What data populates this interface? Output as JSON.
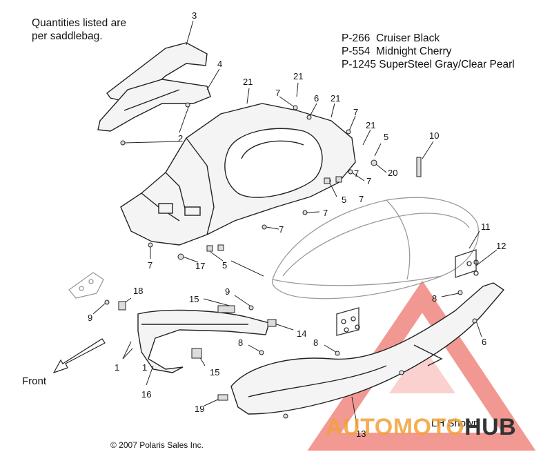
{
  "notes": {
    "quantity_note_line1": "Quantities listed are",
    "quantity_note_line2": "per saddlebag.",
    "copyright": "© 2007 Polaris Sales Inc.",
    "lh_shown": "LH Shown",
    "front_label": "Front"
  },
  "color_codes": [
    {
      "code": "P-266",
      "name": "Cruiser Black"
    },
    {
      "code": "P-554",
      "name": "Midnight Cherry"
    },
    {
      "code": "P-1245",
      "name": "SuperSteel Gray/Clear Pearl"
    }
  ],
  "callouts": [
    "1",
    "1",
    "2",
    "3",
    "4",
    "5",
    "5",
    "5",
    "6",
    "6",
    "7",
    "7",
    "7",
    "7",
    "7",
    "7",
    "7",
    "7",
    "8",
    "8",
    "8",
    "9",
    "9",
    "10",
    "11",
    "12",
    "13",
    "14",
    "15",
    "15",
    "16",
    "17",
    "18",
    "19",
    "20",
    "21",
    "21",
    "21",
    "21"
  ],
  "watermark": {
    "part1": "AUTOMOTO",
    "part2": "HUB",
    "accent_color": "#e8453c",
    "secondary_color": "#f2a23a"
  },
  "diagram_colors": {
    "line": "#222222",
    "ghost_line": "#9a9a9a"
  }
}
